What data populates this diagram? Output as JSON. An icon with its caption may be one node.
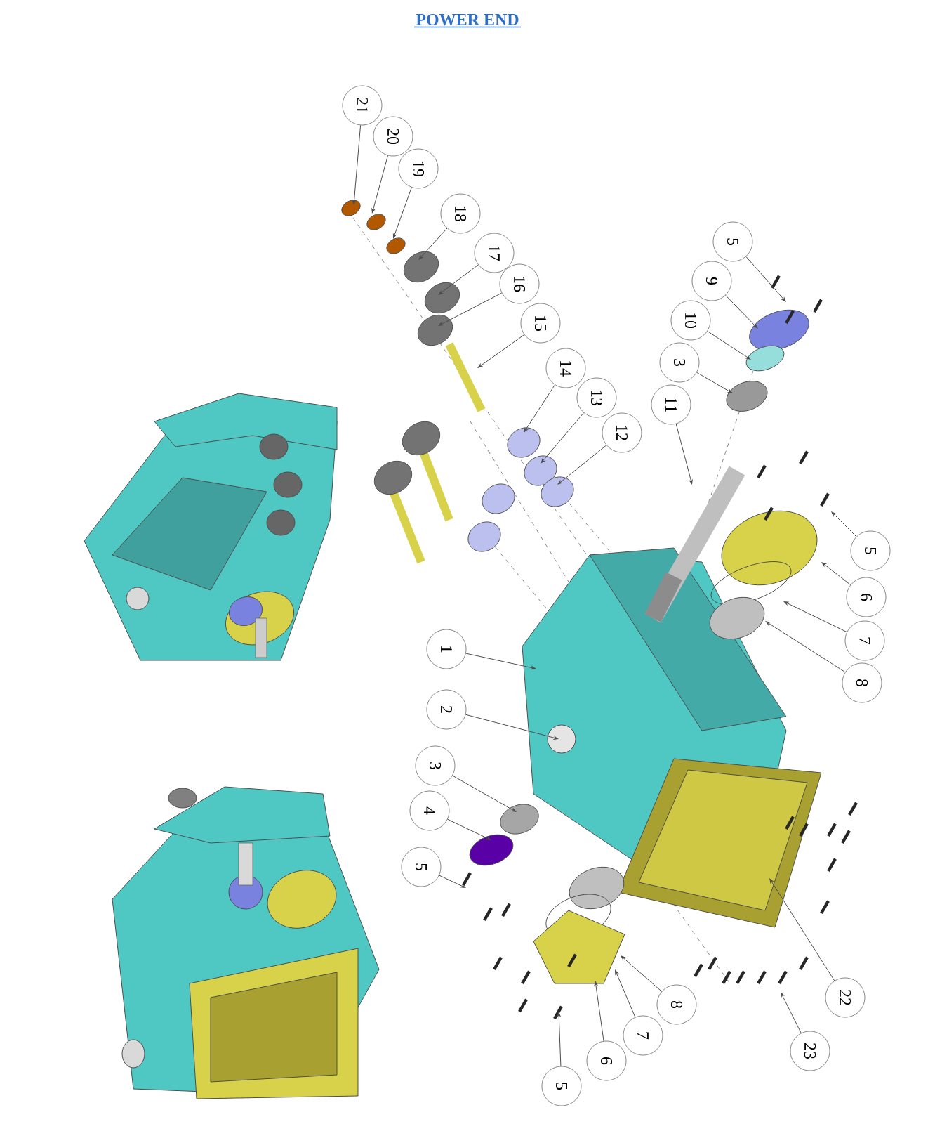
{
  "diagram": {
    "title": "POWER END",
    "nodes": [
      {
        "text": [
          "21"
        ]
      },
      {
        "text": [
          "20"
        ]
      },
      {
        "text": [
          "19"
        ]
      },
      {
        "text": [
          "18"
        ]
      },
      {
        "text": [
          "17"
        ]
      },
      {
        "text": [
          "16"
        ]
      },
      {
        "text": [
          "15"
        ]
      },
      {
        "text": [
          "14"
        ]
      },
      {
        "text": [
          "13"
        ]
      },
      {
        "text": [
          "12"
        ]
      },
      {
        "text": [
          "11"
        ]
      },
      {
        "text": [
          "5"
        ]
      },
      {
        "text": [
          "9"
        ]
      },
      {
        "text": [
          "10"
        ]
      },
      {
        "text": [
          "3"
        ]
      },
      {
        "text": [
          "5"
        ]
      },
      {
        "text": [
          "6"
        ]
      },
      {
        "text": [
          "7"
        ]
      },
      {
        "text": [
          "8"
        ]
      },
      {
        "text": [
          "1"
        ]
      },
      {
        "text": [
          "2"
        ]
      },
      {
        "text": [
          "3"
        ]
      },
      {
        "text": [
          "4"
        ]
      },
      {
        "text": [
          "5"
        ]
      },
      {
        "text": [
          "5"
        ]
      },
      {
        "text": [
          "6"
        ]
      },
      {
        "text": [
          "7"
        ]
      },
      {
        "text": [
          "8"
        ]
      },
      {
        "text": [
          "22"
        ]
      },
      {
        "text": [
          "23"
        ]
      }
    ],
    "edges": [
      {
        "from": 0,
        "to": null,
        "arrow": "to"
      },
      {
        "from": 1,
        "to": null,
        "arrow": "to"
      },
      {
        "from": 2,
        "to": null,
        "arrow": "to"
      },
      {
        "from": 3,
        "to": null,
        "arrow": "to"
      },
      {
        "from": 4,
        "to": null,
        "arrow": "to"
      },
      {
        "from": 5,
        "to": null,
        "arrow": "to"
      },
      {
        "from": 6,
        "to": null,
        "arrow": "to"
      },
      {
        "from": 7,
        "to": null,
        "arrow": "to"
      },
      {
        "from": 8,
        "to": null,
        "arrow": "to"
      },
      {
        "from": 9,
        "to": null,
        "arrow": "to"
      },
      {
        "from": 10,
        "to": null,
        "arrow": "to"
      },
      {
        "from": 11,
        "to": null,
        "arrow": "to"
      },
      {
        "from": 12,
        "to": null,
        "arrow": "to"
      },
      {
        "from": 13,
        "to": null,
        "arrow": "to"
      },
      {
        "from": 14,
        "to": null,
        "arrow": "to"
      },
      {
        "from": 15,
        "to": null,
        "arrow": "to"
      },
      {
        "from": 16,
        "to": null,
        "arrow": "to"
      },
      {
        "from": 17,
        "to": null,
        "arrow": "to"
      },
      {
        "from": 18,
        "to": null,
        "arrow": "to"
      },
      {
        "from": 19,
        "to": null,
        "arrow": "to"
      },
      {
        "from": 20,
        "to": null,
        "arrow": "to"
      },
      {
        "from": 21,
        "to": null,
        "arrow": "to"
      },
      {
        "from": 22,
        "to": null,
        "arrow": "to"
      },
      {
        "from": 23,
        "to": null,
        "arrow": "to"
      },
      {
        "from": 24,
        "to": null,
        "arrow": "to"
      },
      {
        "from": 25,
        "to": null,
        "arrow": "to"
      },
      {
        "from": 26,
        "to": null,
        "arrow": "to"
      },
      {
        "from": 27,
        "to": null,
        "arrow": "to"
      },
      {
        "from": 28,
        "to": null,
        "arrow": "to"
      },
      {
        "from": 29,
        "to": null,
        "arrow": "to"
      }
    ]
  }
}
